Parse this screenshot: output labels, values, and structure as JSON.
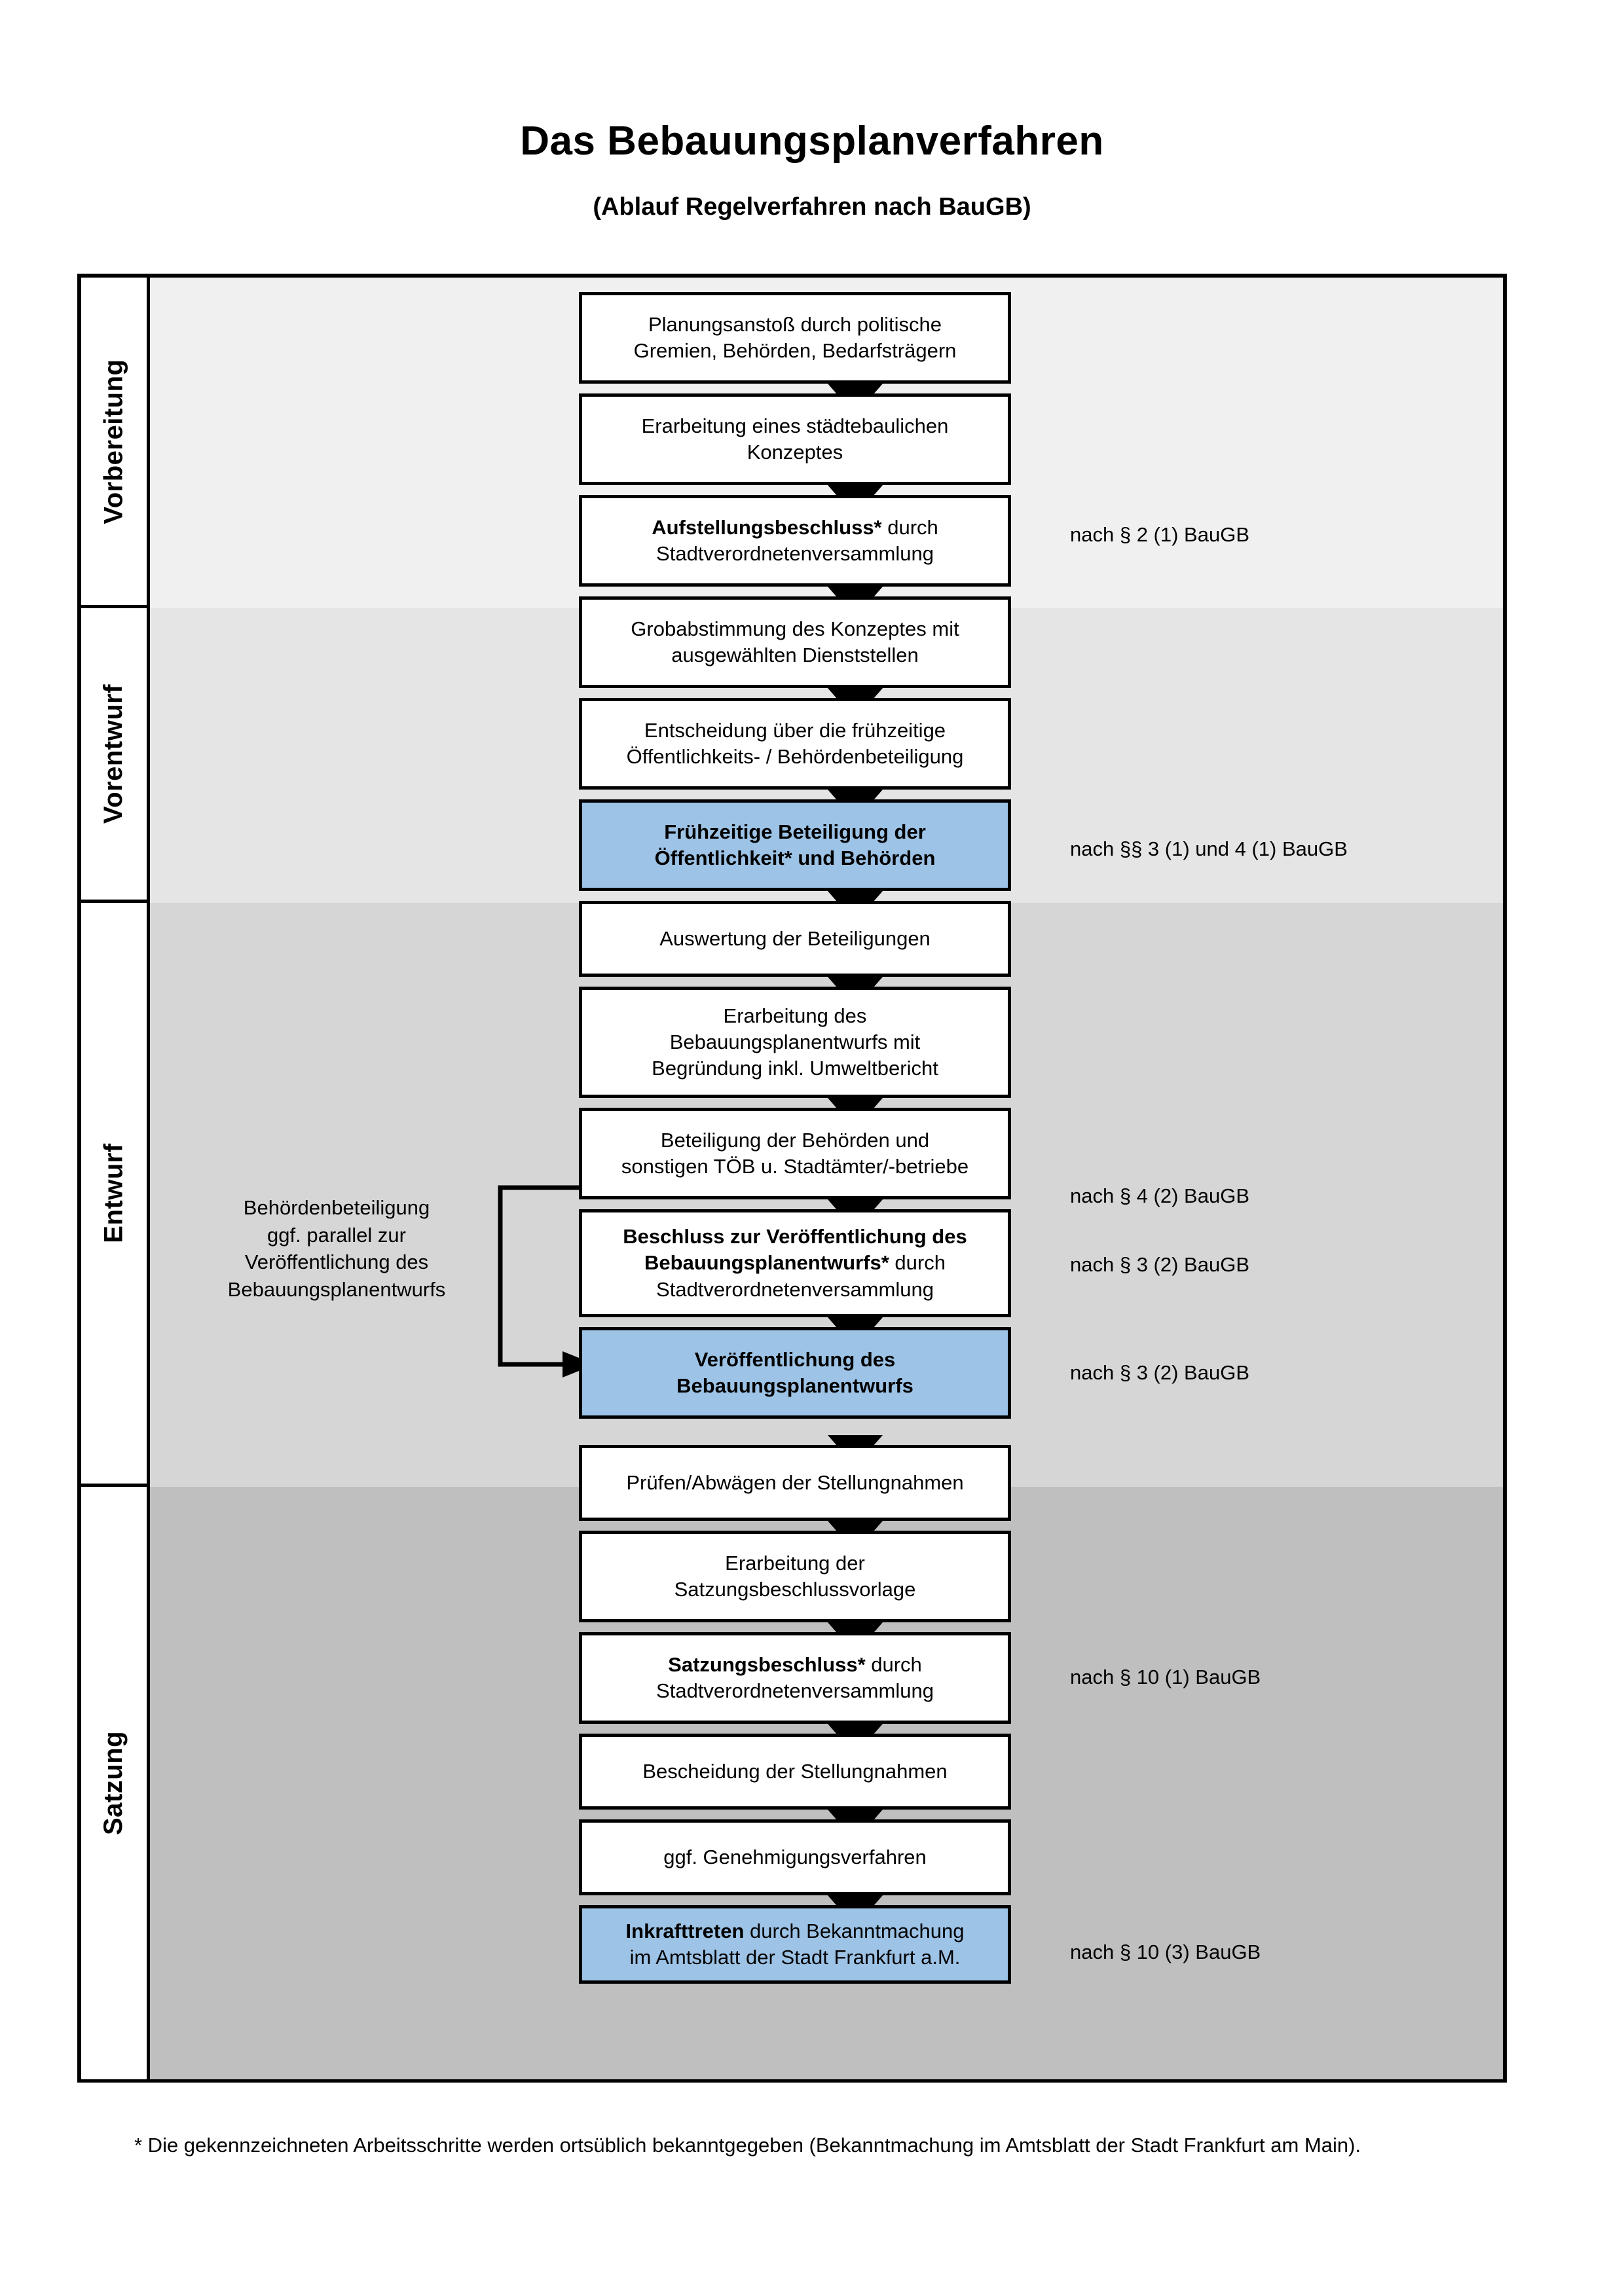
{
  "header": {
    "title": "Das Bebauungsplanverfahren",
    "subtitle": "(Ablauf Regelverfahren nach BauGB)"
  },
  "phases": [
    {
      "label": "Vorbereitung"
    },
    {
      "label": "Vorentwurf"
    },
    {
      "label": "Entwurf"
    },
    {
      "label": "Satzung"
    }
  ],
  "steps": [
    {
      "id": "planungsanstoss",
      "line1": "Planungsanstoß durch politische",
      "line2": "Gremien, Behörden, Bedarfsträgern",
      "bold": "",
      "highlight": false
    },
    {
      "id": "konzept",
      "line1": "Erarbeitung eines städtebaulichen",
      "line2": "Konzeptes",
      "bold": "",
      "highlight": false
    },
    {
      "id": "aufstellung",
      "line1": " durch",
      "line2": "Stadtverordnetenversammlung",
      "bold": "Aufstellungsbeschluss*",
      "highlight": false
    },
    {
      "id": "grobabstimmung",
      "line1": "Grobabstimmung des Konzeptes mit",
      "line2": "ausgewählten Dienststellen",
      "bold": "",
      "highlight": false
    },
    {
      "id": "entscheidung",
      "line1": "Entscheidung über die frühzeitige",
      "line2": "Öffentlichkeits- / Behördenbeteiligung",
      "bold": "",
      "highlight": false
    },
    {
      "id": "fruehbeteiligung",
      "line1": "Frühzeitige Beteiligung der",
      "line2": "Öffentlichkeit* und Behörden",
      "bold": "both",
      "highlight": true
    },
    {
      "id": "auswertung",
      "line1": "Auswertung der Beteiligungen",
      "line2": "",
      "bold": "",
      "highlight": false
    },
    {
      "id": "entwurf-erarb",
      "line1": "Erarbeitung des",
      "line2": "Bebauungsplanentwurfs mit",
      "line3": "Begründung inkl. Umweltbericht",
      "bold": "",
      "highlight": false
    },
    {
      "id": "behoerden",
      "line1": "Beteiligung der Behörden und",
      "line2": "sonstigen TÖB u. Stadtämter/-betriebe",
      "bold": "",
      "highlight": false
    },
    {
      "id": "beschluss-veroeff",
      "line1": "Beschluss zur Veröffentlichung des",
      "line2": "Bebauungsplanentwurfs*",
      "line2b": " durch",
      "line3": "Stadtverordnetenversammlung",
      "bold": "partial",
      "highlight": false
    },
    {
      "id": "veroeffentlichung",
      "line1": "Veröffentlichung des",
      "line2": "Bebauungsplanentwurfs",
      "bold": "both",
      "highlight": true
    },
    {
      "id": "pruefen",
      "line1": "Prüfen/Abwägen der Stellungnahmen",
      "line2": "",
      "bold": "",
      "highlight": false
    },
    {
      "id": "satzungsvorlage",
      "line1": "Erarbeitung der",
      "line2": "Satzungsbeschlussvorlage",
      "bold": "",
      "highlight": false
    },
    {
      "id": "satzungsbeschluss",
      "line1": " durch",
      "line2": "Stadtverordnetenversammlung",
      "bold": "Satzungsbeschluss*",
      "highlight": false
    },
    {
      "id": "bescheidung",
      "line1": "Bescheidung der Stellungnahmen",
      "line2": "",
      "bold": "",
      "highlight": false
    },
    {
      "id": "genehmigung",
      "line1": "ggf. Genehmigungsverfahren",
      "line2": "",
      "bold": "",
      "highlight": false
    },
    {
      "id": "inkrafttreten",
      "line1": " durch Bekanntmachung",
      "line2": "im Amtsblatt der Stadt Frankfurt a.M.",
      "bold": "Inkrafttreten",
      "highlight": true
    }
  ],
  "loop_note": {
    "line1": "Behördenbeteiligung",
    "line2": "ggf. parallel zur",
    "line3": "Veröffentlichung des",
    "line4": "Bebauungsplanentwurfs"
  },
  "legal_refs": [
    {
      "id": "ref-2-1",
      "text": "nach § 2 (1) BauGB"
    },
    {
      "id": "ref-3-4",
      "text": "nach §§ 3 (1) und 4 (1) BauGB"
    },
    {
      "id": "ref-4-2",
      "text": "nach § 4 (2) BauGB"
    },
    {
      "id": "ref-3-2a",
      "text": "nach § 3 (2) BauGB"
    },
    {
      "id": "ref-3-2b",
      "text": "nach § 3 (2) BauGB"
    },
    {
      "id": "ref-10-1",
      "text": "nach § 10 (1) BauGB"
    },
    {
      "id": "ref-10-3",
      "text": "nach § 10 (3) BauGB"
    }
  ],
  "footnote": {
    "line1": "* Die gekennzeichneten Arbeitsschritte werden ortsüblich bekanntgegeben (Bekanntmachung im Amtsblatt  der Stadt",
    "line2": "Frankfurt am Main)."
  },
  "colors": {
    "highlight_fill": "#9dc3e6",
    "band_vorbereitung": "#f0f0f0",
    "band_vorentwurf": "#e5e5e5",
    "band_entwurf": "#d6d6d6",
    "band_satzung": "#bfbfbf",
    "outline": "#000000"
  }
}
